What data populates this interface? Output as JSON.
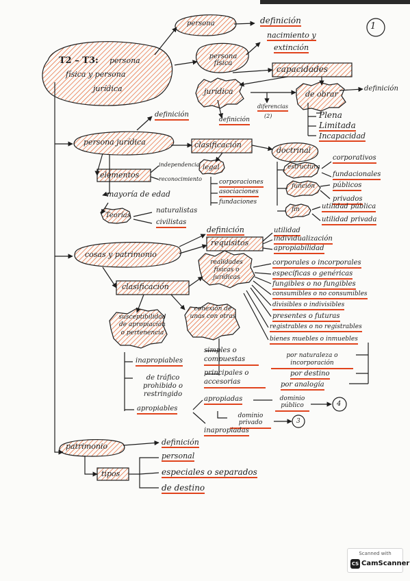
{
  "page_number": "1",
  "title": {
    "line1": "T2 – T3:",
    "line1b": "persona",
    "line2": "física y persona",
    "line3": "jurídica"
  },
  "persona": "persona",
  "persona_defs": {
    "definicion": "definición",
    "nacimiento": "nacimiento y",
    "extincion": "extinción"
  },
  "persona_fisica": "persona física",
  "capacidades": "capacidades",
  "juridica": "jurídica",
  "de_obrar": "de obrar",
  "de_obrar_def": "definición",
  "diferencias": "diferencias",
  "diferencias_n": "(2)",
  "juridica_def": "definición",
  "obrar_items": [
    "Plena",
    "Limitada",
    "Incapacidad"
  ],
  "pj": "persona jurídica",
  "pj_def": "definición",
  "clasificacion": "clasificación",
  "doctrinal": "doctrinal",
  "doctrinal_items": {
    "estructura": "estructura",
    "corporativos": "corporativos",
    "fundacionales": "fundacionales",
    "funcion": "función",
    "publicos": "públicos",
    "privados": "privados",
    "fin": "fin",
    "utilidad_publica": "utilidad pública",
    "utilidad_privada": "utilidad privada"
  },
  "elementos": "elementos",
  "elementos_items": {
    "independencia": "independencia",
    "reconocimiento": "reconocimiento"
  },
  "legal": "legal",
  "legal_items": [
    "corporaciones",
    "asociaciones",
    "fundaciones"
  ],
  "mayoria": "mayoría de edad",
  "teorias": "Teorías",
  "teorias_items": [
    "naturalistas",
    "civilistas"
  ],
  "cosas": "cosas y patrimonio",
  "cosas_def": "definición",
  "requisitos": "requisitos",
  "requisitos_items": [
    "utilidad",
    "individualización",
    "apropiabilidad"
  ],
  "clasificacion2": "clasificación",
  "realidades": "realidades físicas o jurídicas",
  "realidades_items": [
    "corporales o incorporales",
    "específicas o genéricas",
    "fungibles o no fungibles",
    "consumibles o no consumibles",
    "divisibles o indivisibles",
    "presentes o futuras",
    "registrables o no registrables",
    "bienes muebles o inmuebles"
  ],
  "inmuebles_items": [
    "por naturaleza o incorporación",
    "por destino",
    "por analogía"
  ],
  "conexion": "conexión de unas con otras",
  "conexion_items": [
    "simples o compuestas",
    "principales o accesorias"
  ],
  "susceptibilidad": "susceptibilidad de apropiación o pertenencia",
  "susc_items": [
    "inapropiables",
    "de tráfico prohibido o restringido",
    "apropiables"
  ],
  "apropiadas": "apropiadas",
  "dominio_publico": "dominio público",
  "dominio_privado": "dominio privado",
  "inapropiadas": "inapropiadas",
  "circle4": "4",
  "circle3": "3",
  "patrimonio": "patrimonio",
  "patrimonio_def": "definición",
  "tipos": "tipos",
  "tipos_items": [
    "personal",
    "especiales o separados",
    "de destino"
  ],
  "scanner": {
    "line1": "Scanned with",
    "logo": "CS",
    "name": "CamScanner"
  },
  "colors": {
    "ink": "#1d1d1d",
    "accent": "#e0431c",
    "hatch": "#e3561f"
  }
}
